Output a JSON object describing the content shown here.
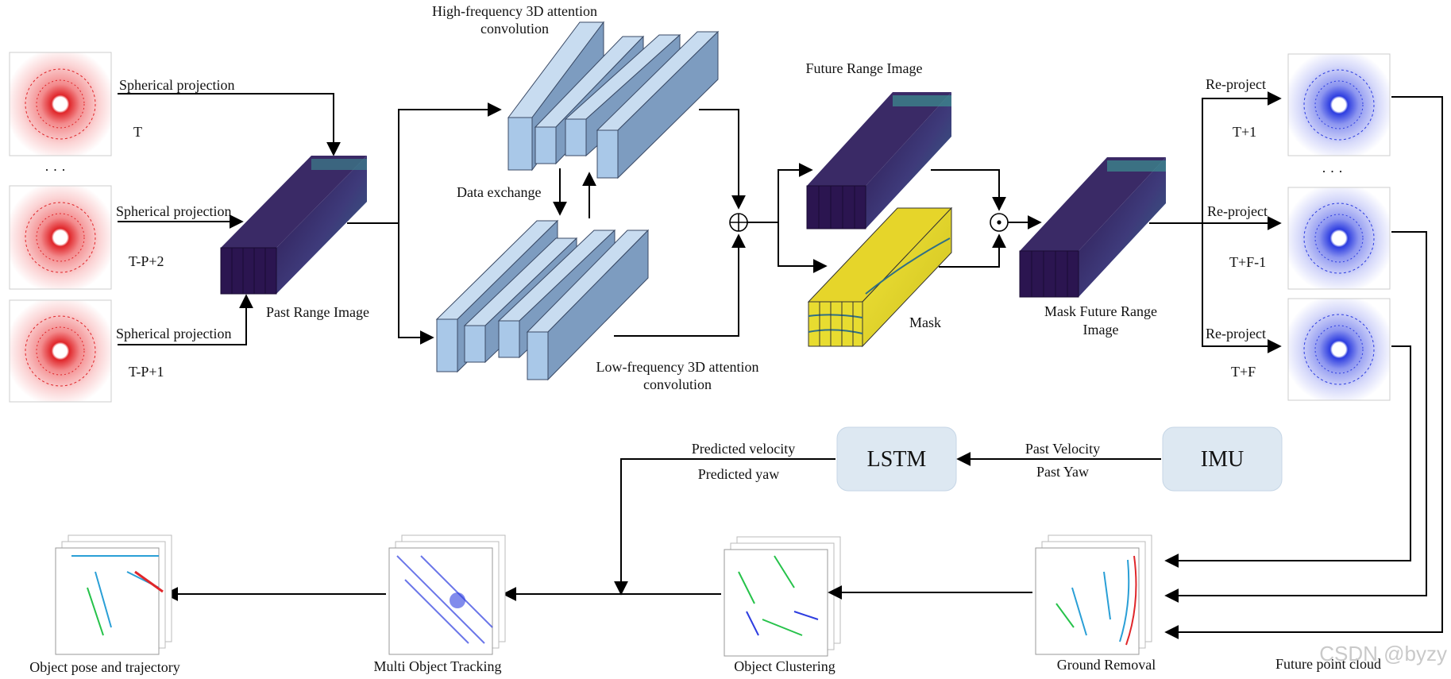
{
  "inputs": [
    {
      "label": "Spherical projection",
      "time": "T"
    },
    {
      "label": "Spherical projection",
      "time": "T-P+2"
    },
    {
      "label": "Spherical projection",
      "time": "T-P+1"
    }
  ],
  "ellipsis": "· · ·",
  "past_range_image": "Past Range Image",
  "high_freq": [
    "High-frequency 3D attention",
    "convolution"
  ],
  "low_freq": [
    "Low-frequency 3D attention",
    "convolution"
  ],
  "data_exchange": "Data exchange",
  "sum_symbol": "⊕",
  "dot_symbol": "⊙",
  "future_range_image": "Future Range Image",
  "mask": "Mask",
  "mask_future": [
    "Mask Future Range",
    "Image"
  ],
  "outputs": [
    {
      "label": "Re-project",
      "time": "T+1"
    },
    {
      "label": "Re-project",
      "time": "T+F-1"
    },
    {
      "label": "Re-project",
      "time": "T+F"
    }
  ],
  "future_point_cloud": "Future point cloud",
  "lstm": "LSTM",
  "imu": "IMU",
  "past_velocity": "Past Velocity",
  "past_yaw": "Past Yaw",
  "predicted_velocity": "Predicted velocity",
  "predicted_yaw": "Predicted yaw",
  "stages": [
    "Object pose and trajectory",
    "Multi Object Tracking",
    "Object Clustering",
    "Ground Removal"
  ],
  "watermark": "CSDN @byzy",
  "colors": {
    "input_cloud": "#e0262a",
    "output_cloud": "#2d3de0",
    "block": "#a9c8e8",
    "box": "#dde8f2",
    "range_image": "#3b1f5e"
  }
}
